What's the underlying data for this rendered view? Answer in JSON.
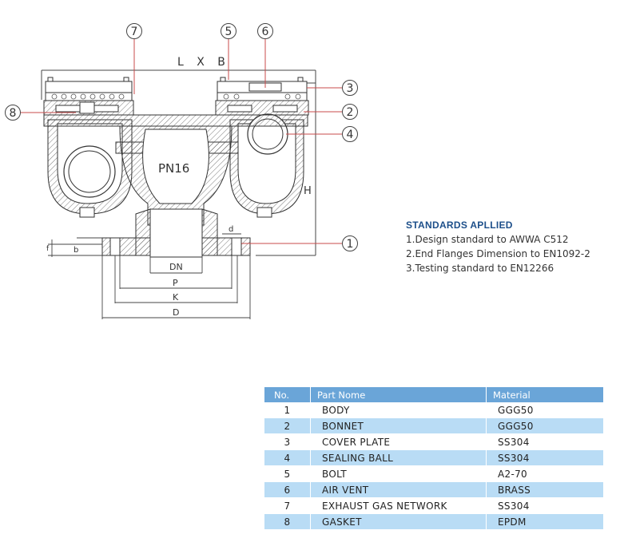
{
  "drawing": {
    "callouts": [
      "7",
      "5",
      "6",
      "3",
      "8",
      "2",
      "4",
      "1"
    ],
    "dimensions": {
      "lxb": "L X B",
      "h": "H",
      "dn": "DN",
      "p": "P",
      "k": "K",
      "d_outer": "D",
      "d_small": "d",
      "b": "b",
      "f": "f"
    },
    "pressure_label": "PN16"
  },
  "standards": {
    "title": "STANDARDS APLLIED",
    "items": [
      "1.Design standard to AWWA C512",
      "2.End Flanges Dimension to EN1092-2",
      "3.Testing standard to EN12266"
    ]
  },
  "parts_table": {
    "headers": {
      "no": "No.",
      "name": "Part Nome",
      "material": "Material"
    },
    "rows": [
      {
        "no": "1",
        "name": "BODY",
        "material": "GGG50"
      },
      {
        "no": "2",
        "name": "BONNET",
        "material": "GGG50"
      },
      {
        "no": "3",
        "name": "COVER PLATE",
        "material": "SS304"
      },
      {
        "no": "4",
        "name": "SEALING BALL",
        "material": "SS304"
      },
      {
        "no": "5",
        "name": "BOLT",
        "material": "A2-70"
      },
      {
        "no": "6",
        "name": "AIR VENT",
        "material": "BRASS"
      },
      {
        "no": "7",
        "name": "EXHAUST GAS NETWORK",
        "material": "SS304"
      },
      {
        "no": "8",
        "name": "GASKET",
        "material": "EPDM"
      }
    ]
  }
}
